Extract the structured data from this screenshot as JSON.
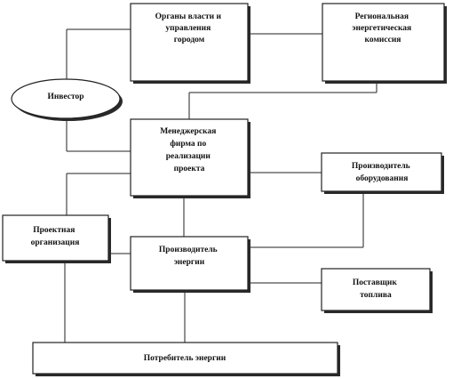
{
  "nodes": {
    "city_authorities": {
      "lines": [
        "Органы власти и",
        "управления",
        "городом"
      ]
    },
    "regional_commission": {
      "lines": [
        "Региональная",
        "энергетическая",
        "комиссия"
      ]
    },
    "investor": {
      "lines": [
        "Инвестор"
      ]
    },
    "management_firm": {
      "lines": [
        "Менеджерская",
        "фирма по",
        "реализации",
        "проекта"
      ]
    },
    "equipment_maker": {
      "lines": [
        "Производитель",
        "оборудования"
      ]
    },
    "design_org": {
      "lines": [
        "Проектная",
        "организация"
      ]
    },
    "energy_producer": {
      "lines": [
        "Производитель",
        "энергии"
      ]
    },
    "fuel_supplier": {
      "lines": [
        "Поставщик",
        "топлива"
      ]
    },
    "energy_consumer": {
      "lines": [
        "Потребитель энергии"
      ]
    }
  }
}
